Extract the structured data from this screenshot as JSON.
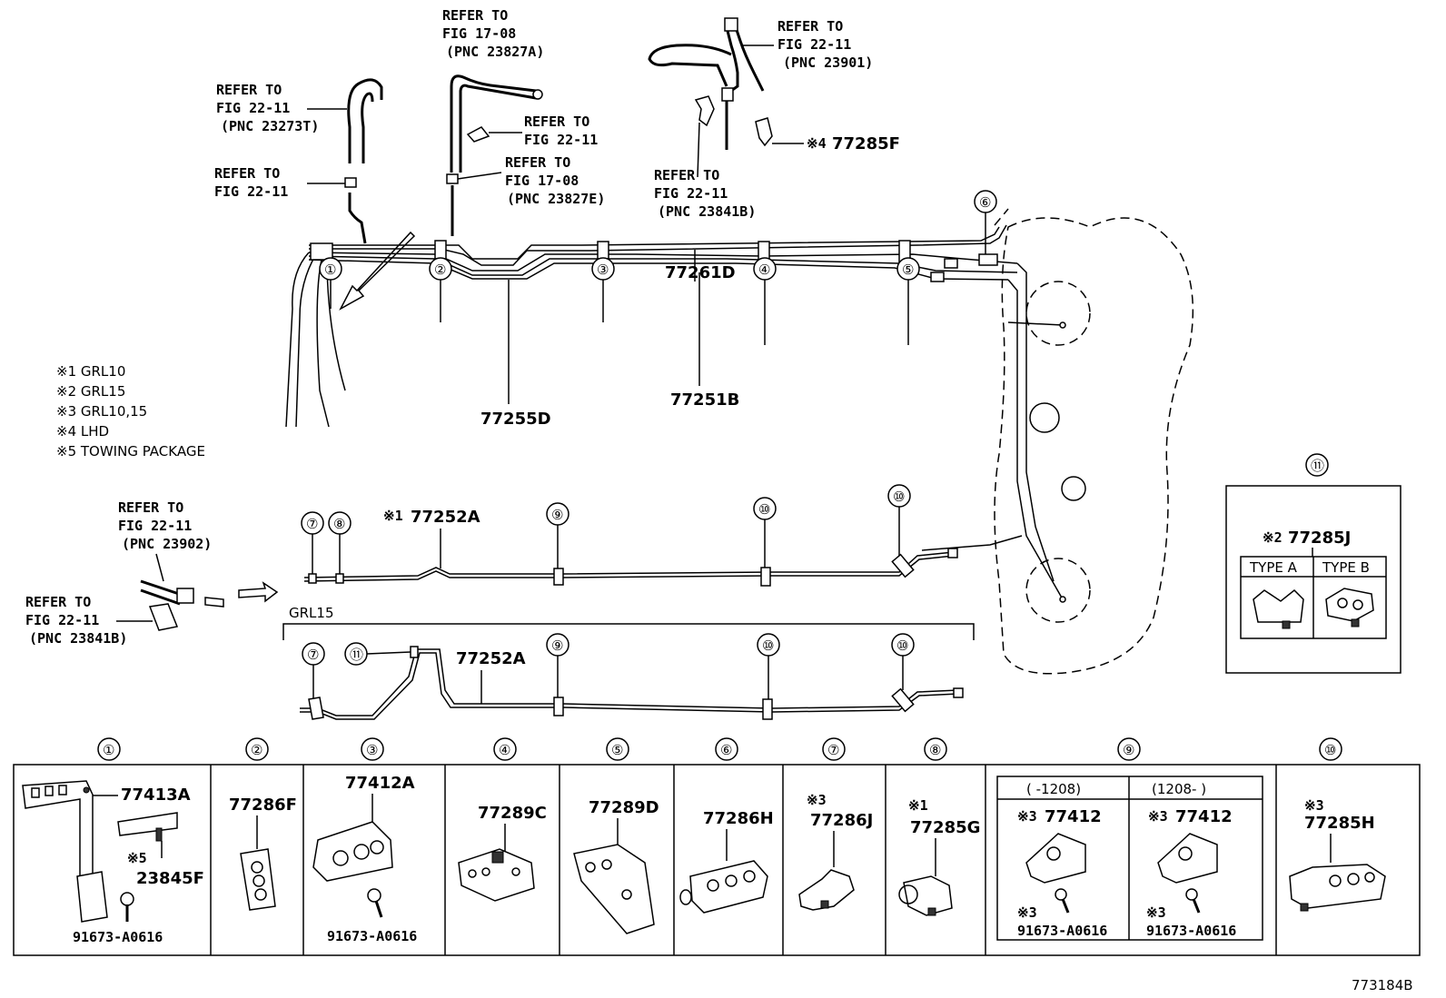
{
  "diagram_id": "773184B",
  "notes": [
    "※1 GRL10",
    "※2 GRL15",
    "※3 GRL10,15",
    "※4 LHD",
    "※5 TOWING PACKAGE"
  ],
  "refs": {
    "r1": [
      "REFER TO",
      "FIG 22-11",
      "(PNC 23273T)"
    ],
    "r2": [
      "REFER TO",
      "FIG 22-11"
    ],
    "r3": [
      "REFER TO",
      "FIG 17-08",
      "(PNC 23827A)"
    ],
    "r4": [
      "REFER TO",
      "FIG 22-11"
    ],
    "r5": [
      "REFER TO",
      "FIG 17-08",
      "(PNC 23827E)"
    ],
    "r6": [
      "REFER TO",
      "FIG 22-11",
      "(PNC 23901)"
    ],
    "r7": [
      "REFER TO",
      "FIG 22-11",
      "(PNC 23841B)"
    ],
    "r8": [
      "REFER TO",
      "FIG 22-11",
      "(PNC 23902)"
    ],
    "r9": [
      "REFER TO",
      "FIG 22-11",
      "(PNC 23841B)"
    ]
  },
  "part_77285F": "77285F",
  "mark_4": "※4",
  "line_parts": {
    "p77261D": "77261D",
    "p77251B": "77251B",
    "p77255D": "77255D",
    "p77252A_1": "77252A",
    "p77252A_2": "77252A",
    "mark_1": "※1"
  },
  "grl15_label": "GRL15",
  "callouts": [
    "①",
    "②",
    "③",
    "④",
    "⑤",
    "⑥",
    "⑦",
    "⑧",
    "⑨",
    "⑩",
    "⑪"
  ],
  "box11": {
    "mark": "※2",
    "part": "77285J",
    "type_a": "TYPE A",
    "type_b": "TYPE B"
  },
  "table": {
    "c1": [
      "77413A",
      "※5",
      "23845F",
      "91673-A0616"
    ],
    "c2": [
      "77286F"
    ],
    "c3": [
      "77412A",
      "91673-A0616"
    ],
    "c4": [
      "77289C"
    ],
    "c5": [
      "77289D"
    ],
    "c6": [
      "77286H"
    ],
    "c7": [
      "※3",
      "77286J"
    ],
    "c8": [
      "※1",
      "77285G"
    ],
    "c9": {
      "h1": "(      -1208)",
      "h2": "(1208-      )",
      "mark": "※3",
      "part": "77412",
      "bolt": "91673-A0616"
    },
    "c10": [
      "※3",
      "77285H"
    ]
  }
}
